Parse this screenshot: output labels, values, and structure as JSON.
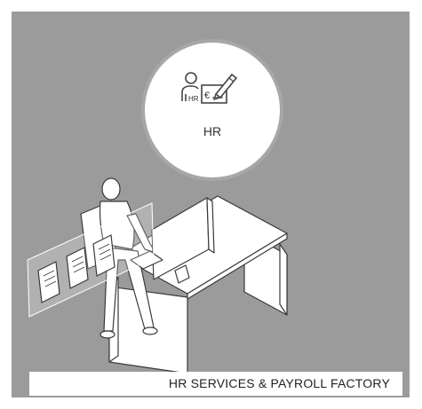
{
  "badge": {
    "label": "HR",
    "icon_label": "HR",
    "icon_symbol": "€"
  },
  "footer": {
    "title": "HR SERVICES & PAYROLL FACTORY"
  },
  "colors": {
    "panel_bg": "#9b9b9b",
    "line": "#3a3a3a",
    "white": "#ffffff"
  }
}
